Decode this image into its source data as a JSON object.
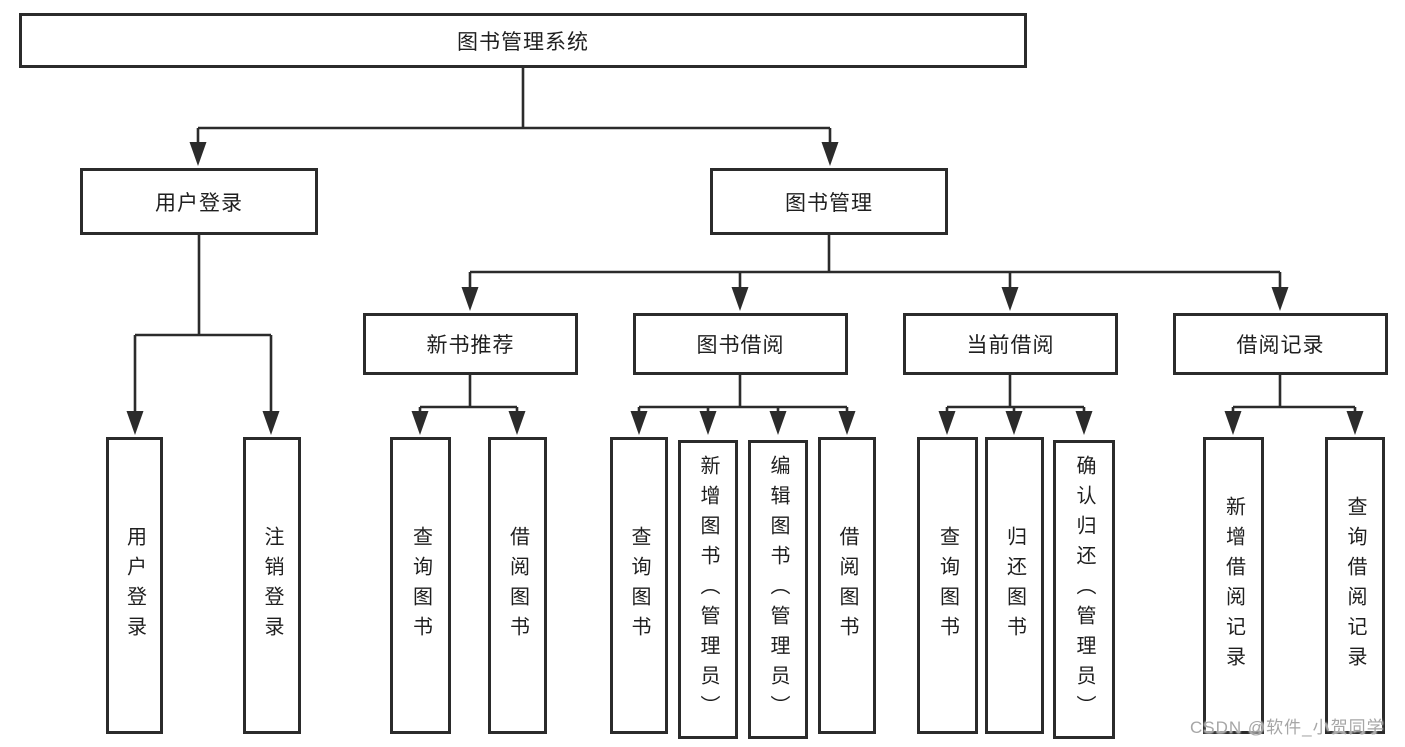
{
  "colors": {
    "background": "#ffffff",
    "line": "#2b2b2b",
    "node_border": "#2b2b2b",
    "node_text": "#1f1f1f",
    "watermark": "#a6a6a6"
  },
  "nodes": {
    "root": {
      "label": "图书管理系统"
    },
    "user_login": {
      "label": "用户登录"
    },
    "book_management": {
      "label": "图书管理"
    },
    "new_book_recommend": {
      "label": "新书推荐"
    },
    "book_borrow": {
      "label": "图书借阅"
    },
    "current_borrow": {
      "label": "当前借阅"
    },
    "borrow_records": {
      "label": "借阅记录"
    },
    "leaf_user_login": {
      "label": "用户登录"
    },
    "leaf_logout_login": {
      "label": "注销登录"
    },
    "leaf_nb_query_books": {
      "label": "查询图书"
    },
    "leaf_nb_borrow_books": {
      "label": "借阅图书"
    },
    "leaf_bb_query_books": {
      "label": "查询图书"
    },
    "leaf_bb_add_books": {
      "label": "新增图书（管理员）"
    },
    "leaf_bb_edit_books": {
      "label": "编辑图书（管理员）"
    },
    "leaf_bb_borrow_books": {
      "label": "借阅图书"
    },
    "leaf_cb_query_books": {
      "label": "查询图书"
    },
    "leaf_cb_return_books": {
      "label": "归还图书"
    },
    "leaf_cb_confirm_return": {
      "label": "确认归还（管理员）"
    },
    "leaf_br_add_record": {
      "label": "新增借阅记录"
    },
    "leaf_br_query_record": {
      "label": "查询借阅记录"
    }
  },
  "hierarchy": {
    "图书管理系统": {
      "用户登录": [
        "用户登录",
        "注销登录"
      ],
      "图书管理": {
        "新书推荐": [
          "查询图书",
          "借阅图书"
        ],
        "图书借阅": [
          "查询图书",
          "新增图书（管理员）",
          "编辑图书（管理员）",
          "借阅图书"
        ],
        "当前借阅": [
          "查询图书",
          "归还图书",
          "确认归还（管理员）"
        ],
        "借阅记录": [
          "新增借阅记录",
          "查询借阅记录"
        ]
      }
    }
  },
  "watermark": {
    "text": "CSDN @软件_小贺同学"
  }
}
